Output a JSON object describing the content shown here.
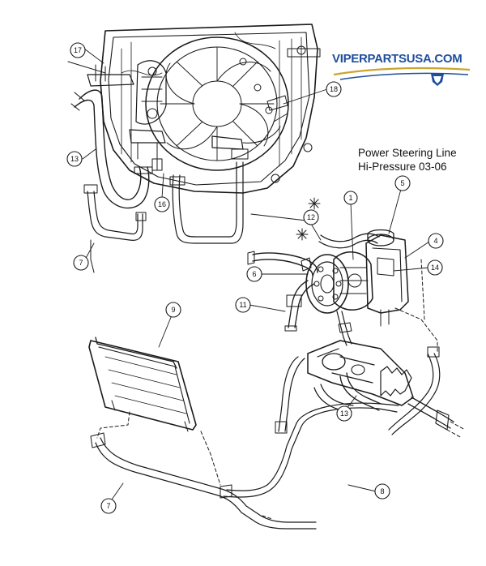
{
  "caption": {
    "line1": "Power Steering Line",
    "line2": "Hi-Pressure 03-06"
  },
  "logo": {
    "text": "VIPERPARTSUSA.COM",
    "primary_color": "#1f4f9c",
    "swoosh_color": "#c9a531",
    "icon": "shield-icon"
  },
  "callouts": [
    "1",
    "4",
    "5",
    "6",
    "7",
    "7",
    "8",
    "9",
    "11",
    "12",
    "13",
    "13",
    "14",
    "16",
    "17",
    "18"
  ]
}
